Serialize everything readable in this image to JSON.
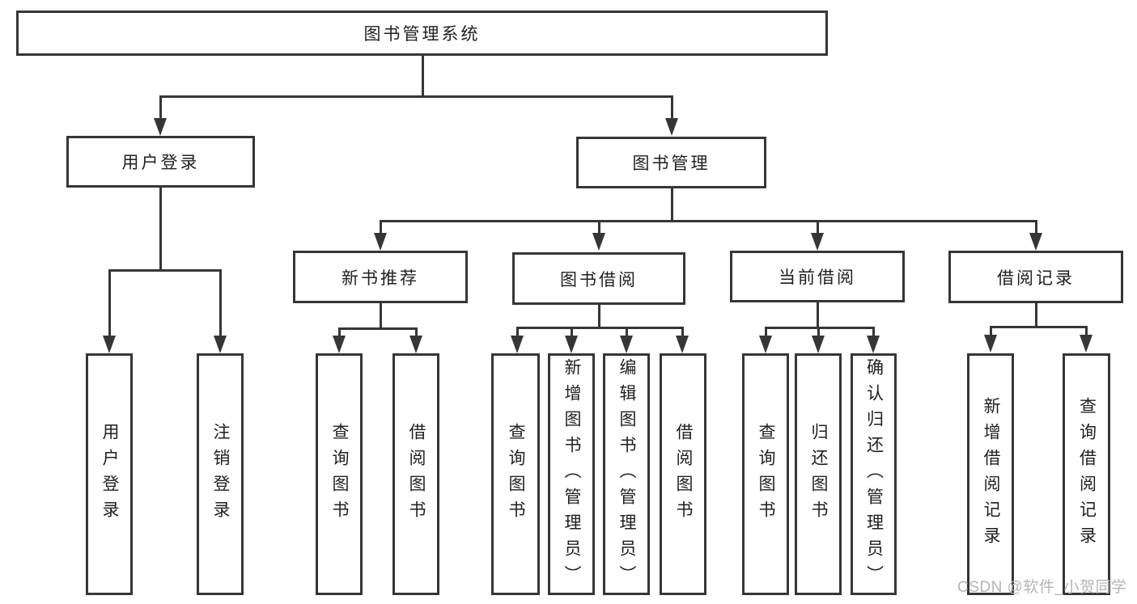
{
  "diagram": {
    "tree": {
      "label": "图书管理系统",
      "children": [
        {
          "label": "用户登录",
          "children": [
            {
              "label": "用户登录"
            },
            {
              "label": "注销登录"
            }
          ]
        },
        {
          "label": "图书管理",
          "children": [
            {
              "label": "新书推荐",
              "children": [
                {
                  "label": "查询图书"
                },
                {
                  "label": "借阅图书"
                }
              ]
            },
            {
              "label": "图书借阅",
              "children": [
                {
                  "label": "查询图书"
                },
                {
                  "label": "新增图书（管理员）"
                },
                {
                  "label": "编辑图书（管理员）"
                },
                {
                  "label": "借阅图书"
                }
              ]
            },
            {
              "label": "当前借阅",
              "children": [
                {
                  "label": "查询图书"
                },
                {
                  "label": "归还图书"
                },
                {
                  "label": "确认归还（管理员）"
                }
              ]
            },
            {
              "label": "借阅记录",
              "children": [
                {
                  "label": "新增借阅记录"
                },
                {
                  "label": "查询借阅记录"
                }
              ]
            }
          ]
        }
      ]
    },
    "colors": {
      "line": "#363636",
      "box_border": "#363636",
      "box_fill": "#ffffff",
      "text": "#1f1f1f",
      "background": "#ffffff",
      "watermark": "#b5b5b5"
    },
    "watermark": {
      "text": "CSDN @软件_小贺同学"
    }
  }
}
